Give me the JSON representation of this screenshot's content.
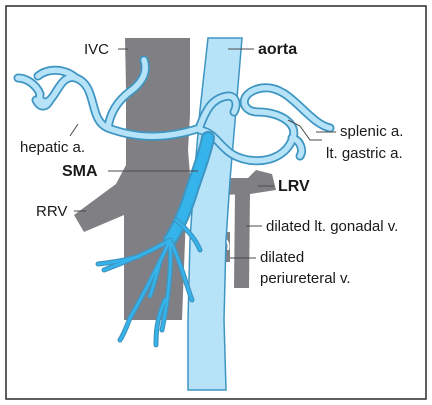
{
  "colors": {
    "vein": "#808084",
    "artery_fill": "#b6e3f8",
    "artery_outline": "#3f95c2",
    "sma_fill": "#34b4ea",
    "frame": "#2a2a2a",
    "text": "#1a1a1a"
  },
  "labels": {
    "ivc": "IVC",
    "aorta": "aorta",
    "splenic": "splenic a.",
    "hepatic": "hepatic a.",
    "lt_gastric": "lt. gastric a.",
    "sma": "SMA",
    "lrv": "LRV",
    "rrv": "RRV",
    "gonadal": "dilated lt. gonadal v.",
    "periureteral_line1": "dilated",
    "periureteral_line2": "periureteral v."
  }
}
